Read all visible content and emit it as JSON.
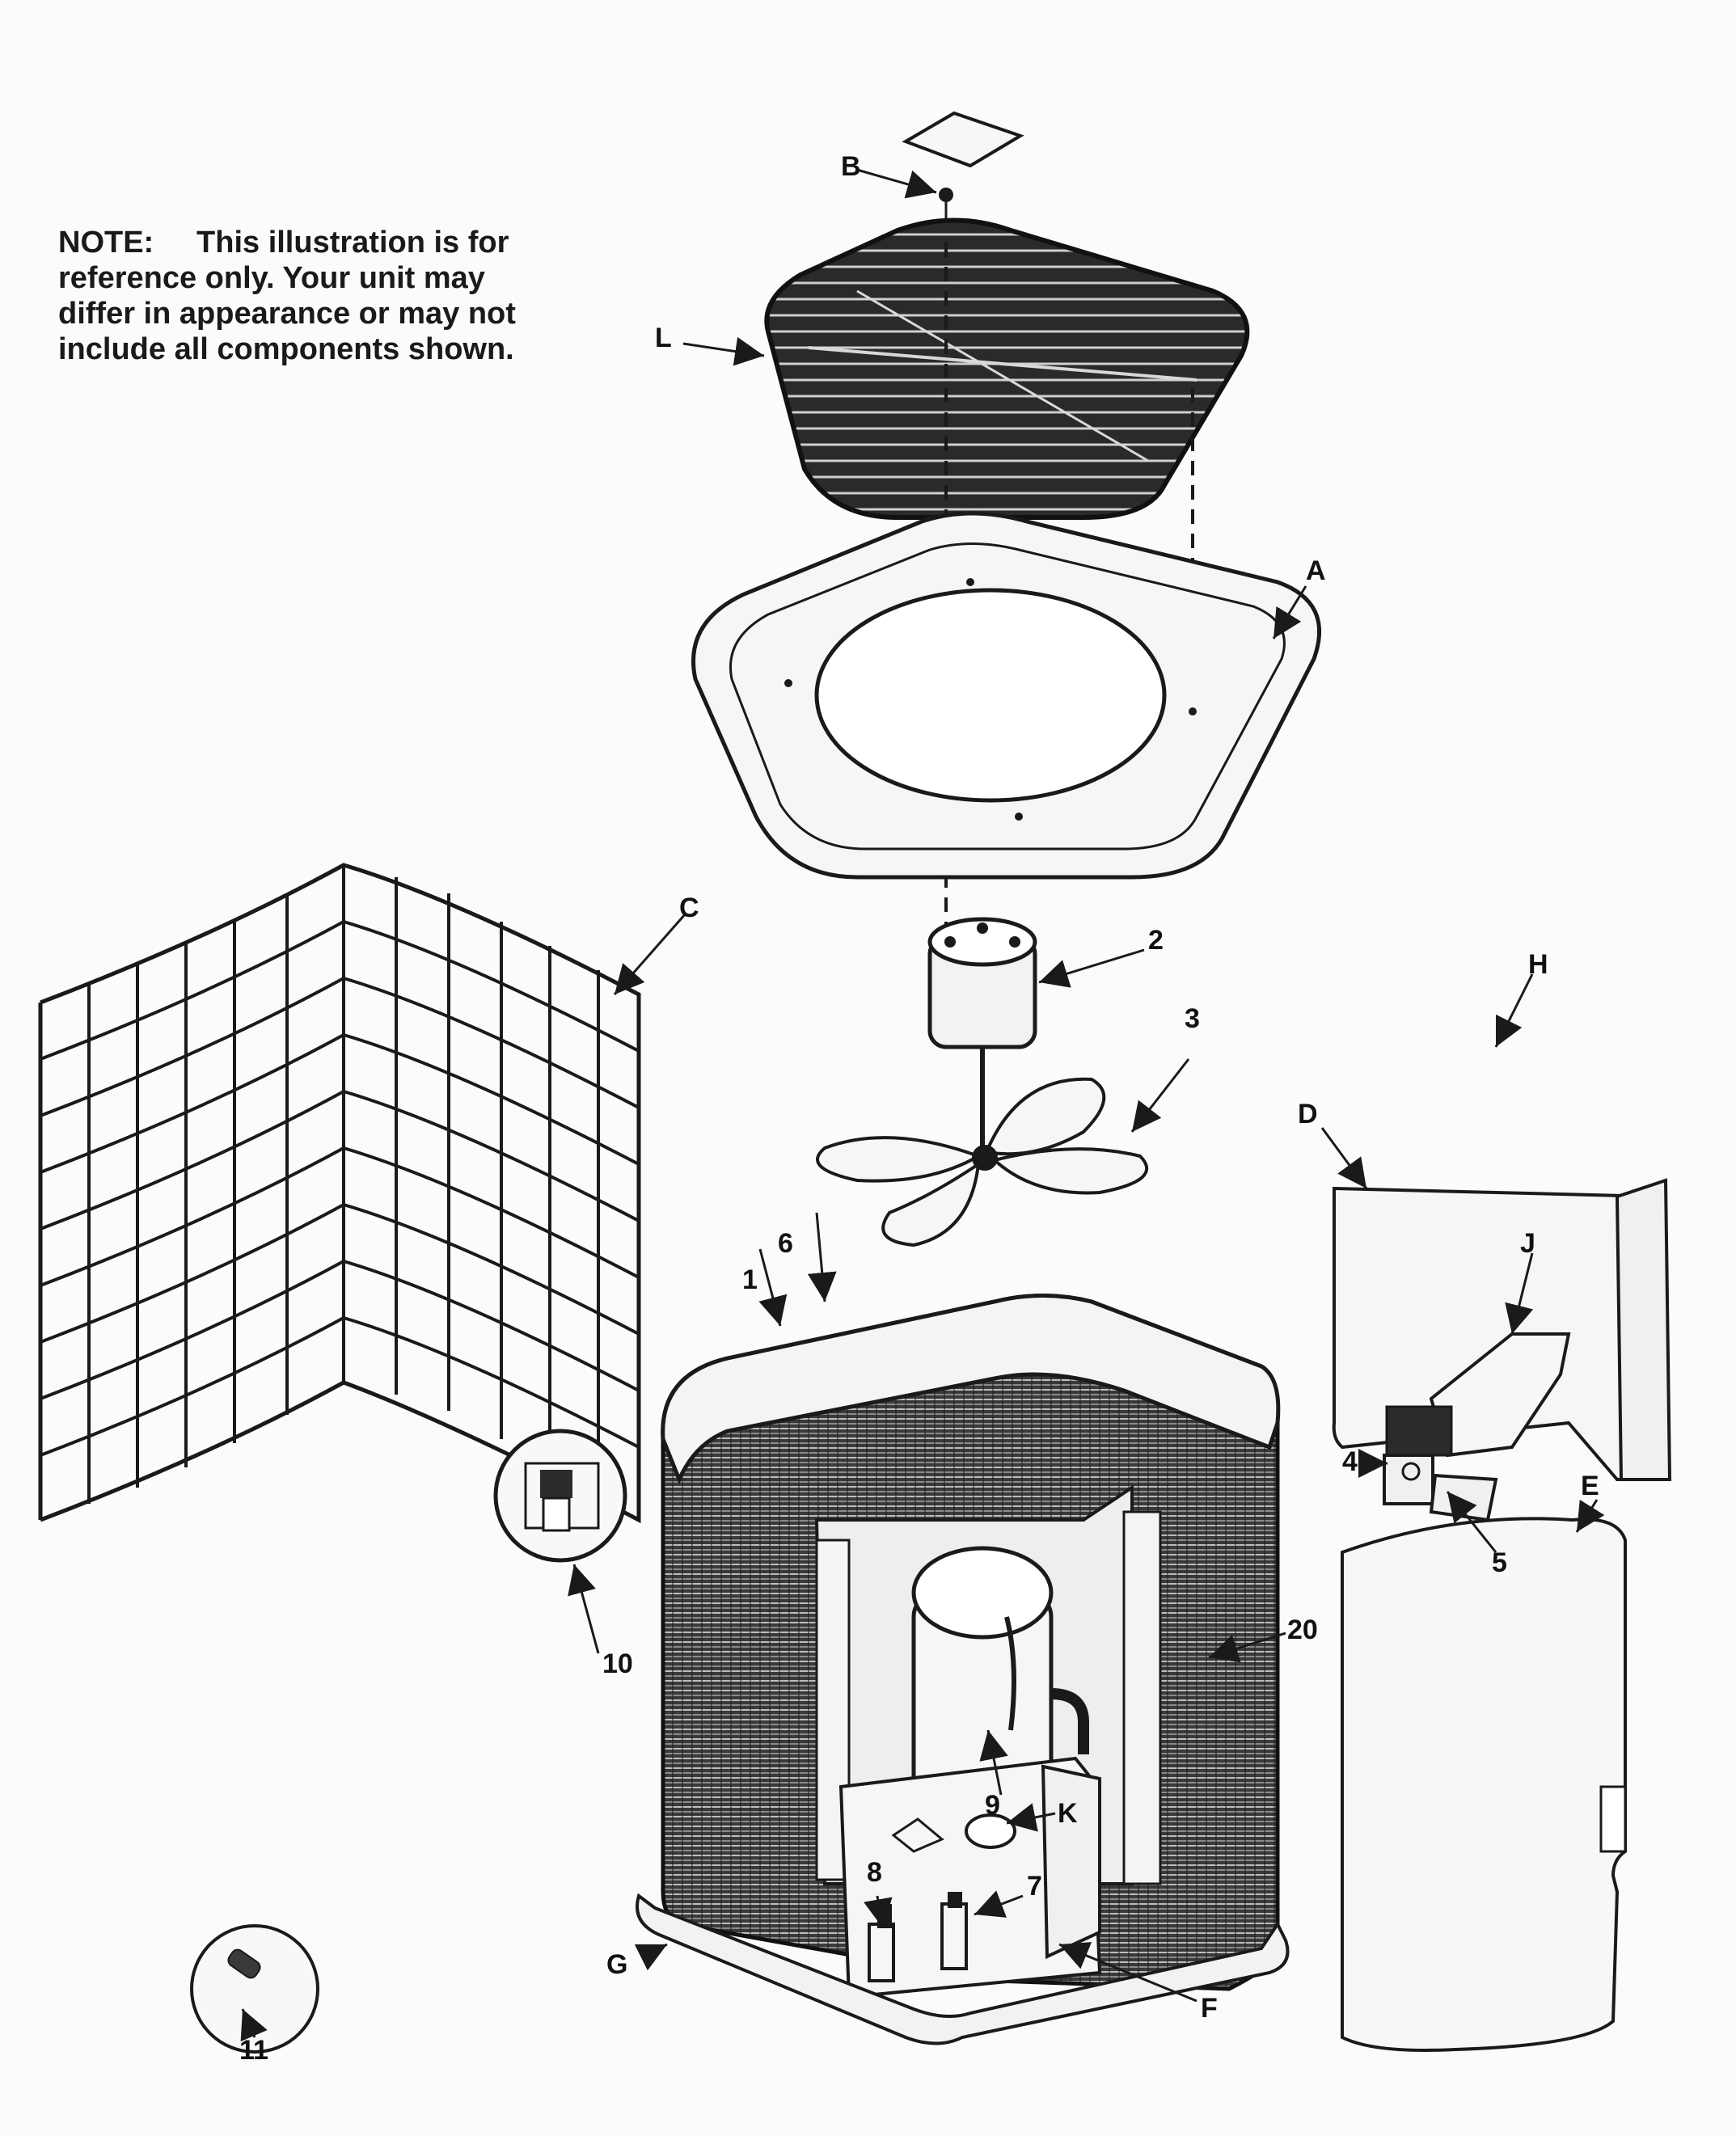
{
  "note": {
    "label": "NOTE:",
    "lines": [
      "This illustration is for",
      "reference only.    Your unit may",
      "differ in appearance or may not",
      "include all components shown."
    ]
  },
  "callouts": {
    "A": "A",
    "B": "B",
    "C": "C",
    "D": "D",
    "E": "E",
    "F": "F",
    "G": "G",
    "H": "H",
    "J": "J",
    "K": "K",
    "L": "L",
    "n1": "1",
    "n2": "2",
    "n3": "3",
    "n4": "4",
    "n5": "5",
    "n6": "6",
    "n7": "7",
    "n8": "8",
    "n9": "9",
    "n10": "10",
    "n11": "11",
    "n20": "20"
  },
  "colors": {
    "line": "#1a1a1a",
    "coil": "#2b2b2b",
    "panel": "#f4f4f2",
    "background": "#fbfbfa"
  }
}
